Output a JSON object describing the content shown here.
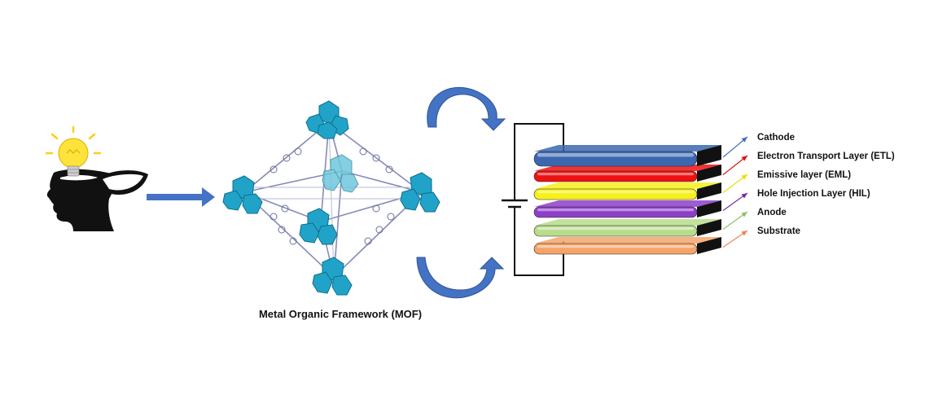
{
  "mof_caption": "Metal Organic Framework (MOF)",
  "oled_layers": [
    {
      "label": "Cathode",
      "color": "#3b67b0",
      "arrow_color": "#4472c4"
    },
    {
      "label": "Electron Transport Layer (ETL)",
      "color": "#ee1111",
      "arrow_color": "#e01010"
    },
    {
      "label": "Emissive layer (EML)",
      "color": "#f7f01a",
      "arrow_color": "#e8e000"
    },
    {
      "label": "Hole Injection Layer (HIL)",
      "color": "#8e3fc8",
      "arrow_color": "#7030a0"
    },
    {
      "label": "Anode",
      "color": "#b9dc8c",
      "arrow_color": "#8cc068"
    },
    {
      "label": "Substrate",
      "color": "#f5a46a",
      "arrow_color": "#f08050"
    }
  ],
  "colors": {
    "flow_arrow": "#4472c4",
    "mof_cluster": "#21a3c9",
    "mof_linker": "#6b6f9e",
    "bulb": "#ffe23a",
    "silhouette": "#111111"
  },
  "icons": [
    "idea-head-icon",
    "light-bulb-icon",
    "battery-symbol-icon"
  ]
}
